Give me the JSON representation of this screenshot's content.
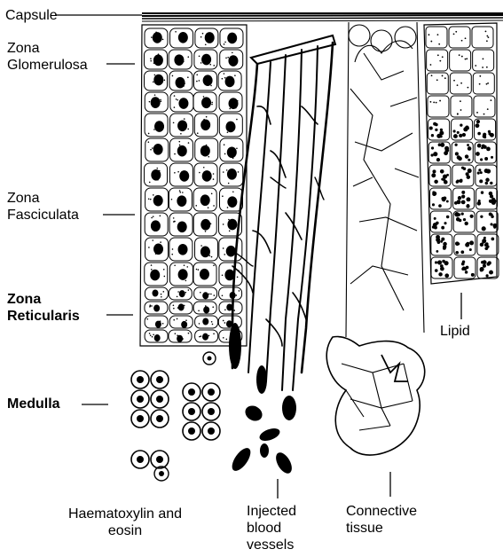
{
  "labels": {
    "capsule": "Capsule",
    "zona_glomerulosa_1": "Zona",
    "zona_glomerulosa_2": "Glomerulosa",
    "zona_fasciculata_1": "Zona",
    "zona_fasciculata_2": "Fasciculata",
    "zona_reticularis_1": "Zona",
    "zona_reticularis_2": "Reticularis",
    "medulla": "Medulla",
    "lipid": "Lipid",
    "haematoxylin_1": "Haematoxylin and",
    "haematoxylin_2": "eosin",
    "injected_1": "Injected",
    "injected_2": "blood",
    "injected_3": "vessels",
    "connective_1": "Connective",
    "connective_2": "tissue"
  }
}
